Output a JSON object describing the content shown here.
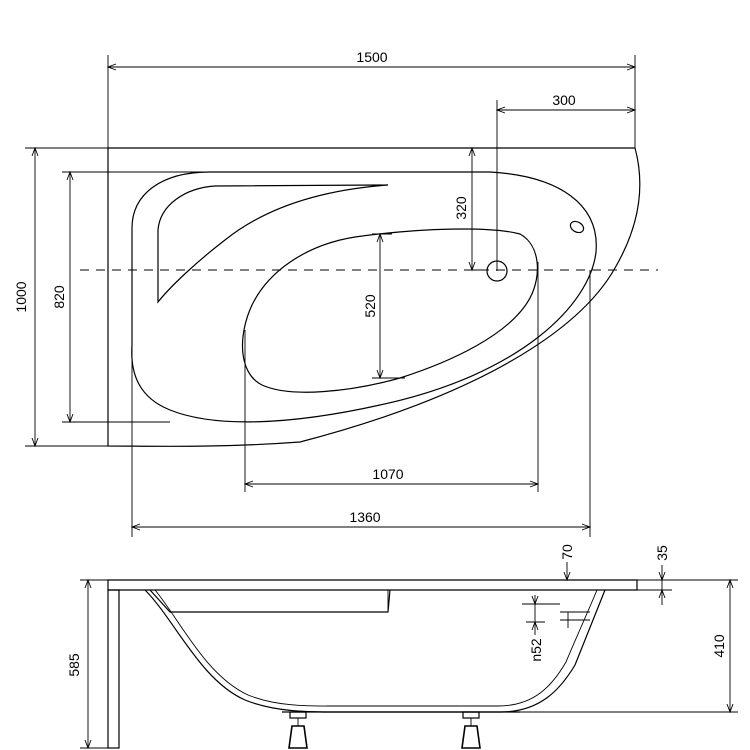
{
  "plan_view": {
    "overall_length": "1500",
    "drain_offset": "300",
    "overall_width": "1000",
    "basin_width": "820",
    "drain_depth": "320",
    "inner_basin_depth": "520",
    "inner_basin_length": "1070",
    "basin_length": "1360"
  },
  "side_view": {
    "rim_overhang": "70",
    "rim_thickness": "35",
    "overflow_height": "n52",
    "total_height": "585",
    "tub_height": "410"
  }
}
